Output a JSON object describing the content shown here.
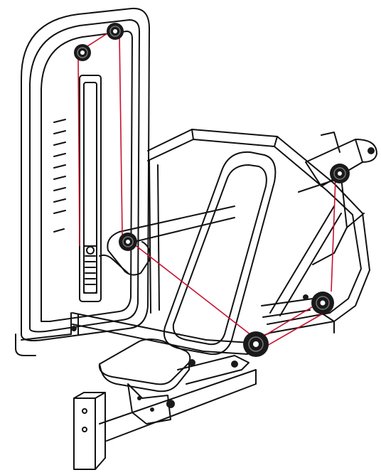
{
  "diagram": {
    "subject": "chest-press-machine-line-drawing",
    "colors": {
      "background": "#ffffff",
      "outline": "#111111",
      "cable": "#c8102e",
      "pulley": "#1a1a1a"
    },
    "pulleys": [
      "top-left-pulley",
      "top-right-pulley",
      "arm-pivot-pulley",
      "rear-upper-pulley",
      "rear-lower-pulley",
      "center-low-pulley"
    ],
    "parts": [
      "weight-stack-tower",
      "selector-rod",
      "main-frame",
      "back-pad",
      "seat-pad",
      "press-arms",
      "base-frame",
      "front-foot-plate"
    ]
  }
}
